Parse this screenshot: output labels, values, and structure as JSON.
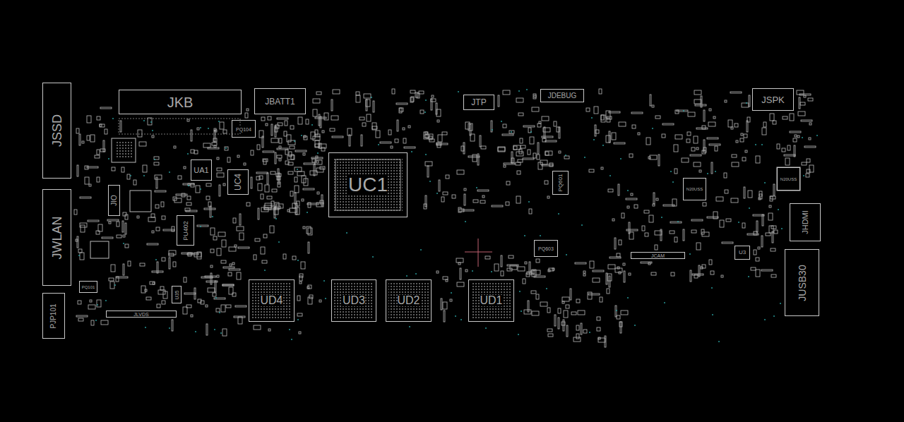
{
  "diagram": {
    "nodes": [
      {
        "text": [
          "JSSD"
        ]
      },
      {
        "text": [
          "JKB"
        ]
      },
      {
        "text": [
          "JBATT1"
        ]
      },
      {
        "text": [
          "JTP"
        ]
      },
      {
        "text": [
          "JDEBUG"
        ]
      },
      {
        "text": [
          "JSPK"
        ]
      },
      {
        "text": [
          "PQ104"
        ]
      },
      {
        "text": [
          "UA1"
        ]
      },
      {
        "text": [
          "UC4"
        ]
      },
      {
        "text": [
          "UC1"
        ]
      },
      {
        "text": [
          "N20USS"
        ]
      },
      {
        "text": [
          "N20USS"
        ]
      },
      {
        "text": [
          "PQ601"
        ]
      },
      {
        "text": [
          "JIO"
        ]
      },
      {
        "text": [
          "JWLAN"
        ]
      },
      {
        "text": [
          "JHDMI"
        ]
      },
      {
        "text": [
          "PU402"
        ]
      },
      {
        "text": [
          "PQ603"
        ]
      },
      {
        "text": [
          "JCAM"
        ]
      },
      {
        "text": [
          "U3"
        ]
      },
      {
        "text": [
          "JUSB30"
        ]
      },
      {
        "text": [
          "UD4"
        ]
      },
      {
        "text": [
          "UD3"
        ]
      },
      {
        "text": [
          "UD2"
        ]
      },
      {
        "text": [
          "UD1"
        ]
      },
      {
        "text": [
          "U35"
        ]
      },
      {
        "text": [
          "PQ101"
        ]
      },
      {
        "text": [
          "JLVDS"
        ]
      },
      {
        "text": [
          "PJP101"
        ]
      }
    ]
  }
}
